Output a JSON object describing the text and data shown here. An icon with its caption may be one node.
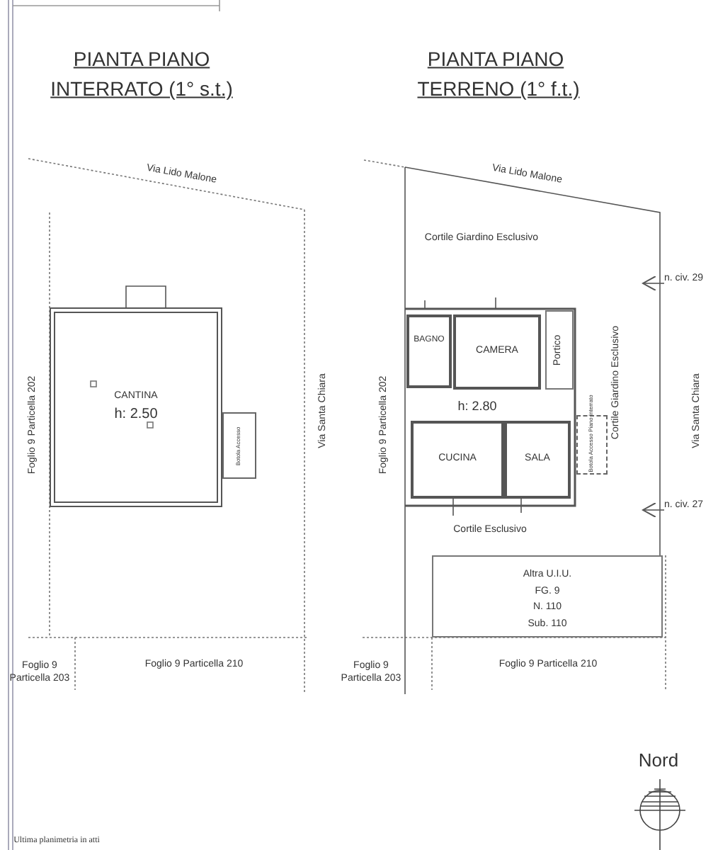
{
  "diagram": {
    "nodes": [
      {
        "text": [
          "CANTINA",
          "h: 2.50"
        ]
      },
      {
        "text": [
          "Botola Accesso"
        ]
      },
      {
        "text": [
          "BAGNO"
        ]
      },
      {
        "text": [
          "CAMERA"
        ]
      },
      {
        "text": [
          "Portico"
        ]
      },
      {
        "text": [
          "CUCINA"
        ]
      },
      {
        "text": [
          "SALA"
        ]
      },
      {
        "text": [
          "Botola Accesso Piano Interrato"
        ]
      },
      {
        "text": [
          "Altra U.I.U.",
          "FG. 9",
          "N. 110",
          "Sub. 110"
        ]
      },
      {
        "text": [
          "n. civ. 29"
        ]
      },
      {
        "text": [
          "n. civ. 27"
        ]
      }
    ],
    "edges": [
      {
        "from": 9,
        "to": null,
        "arrow": "to"
      },
      {
        "from": 10,
        "to": null,
        "arrow": "to"
      }
    ],
    "labels": [
      "PIANTA PIANO",
      "INTERRATO (1° s.t.)",
      "PIANTA PIANO",
      "TERRENO (1° f.t.)",
      "Via Lido Malone",
      "Foglio 9 Particella 202",
      "Via Santa Chiara",
      "Via Lido Malone",
      "Cortile Giardino Esclusivo",
      "Foglio 9 Particella 202",
      "h: 2.80",
      "Cortile Giardino Esclusivo",
      "Via Santa Chiara",
      "Cortile Esclusivo",
      "Foglio 9 Particella 203",
      "Foglio 9 Particella 210",
      "Foglio 9 Particella 203",
      "Foglio 9 Particella 210",
      "Nord",
      "Ultima planimetria in atti"
    ]
  }
}
